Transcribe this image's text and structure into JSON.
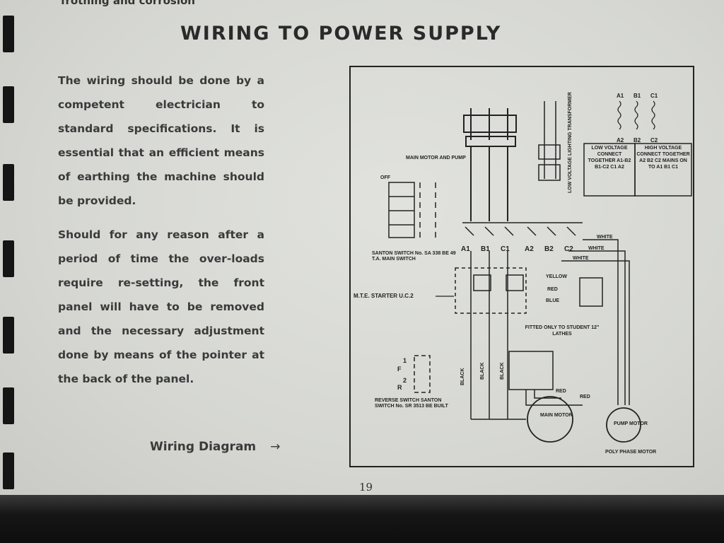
{
  "cutoff_text": "frothing and corrosion",
  "title": "WIRING TO POWER SUPPLY",
  "paragraphs": [
    "The wiring should be done by a competent electrician to standard specifications. It is essential that an efficient means of earthing the machine should be provided.",
    "Should for any reason after a period of time the over-loads require re-setting, the front panel will have to be removed and the necessary adjustment done by means of the pointer at the back of the panel."
  ],
  "caption": {
    "text": "Wiring Diagram",
    "arrow": "→"
  },
  "page_number": "19",
  "diagram": {
    "transformer_label": "LOW VOLTAGE LIGHTING TRANSFORMER",
    "terminals_top": [
      "A1",
      "B1",
      "C1"
    ],
    "terminals_bottom": [
      "A2",
      "B2",
      "C2"
    ],
    "low_voltage_box": "LOW VOLTAGE CONNECT TOGETHER A1-B2 B1-C2 C1 A2",
    "high_voltage_box": "HIGH VOLTAGE CONNECT TOGETHER A2 B2 C2 MAINS ON TO A1 B1 C1",
    "main_motor_pump_label": "MAIN MOTOR AND PUMP",
    "off_label": "OFF",
    "santon_switch_label": "SANTON SWITCH No. SA 338 BE 49 T.A. MAIN SWITCH",
    "line_terminals": [
      "A1",
      "B1",
      "C1",
      "A2",
      "B2",
      "C2"
    ],
    "mte_starter_label": "M.T.E. STARTER U.C.2",
    "wire_colors": [
      "YELLOW",
      "RED",
      "BLUE",
      "WHITE",
      "WHITE",
      "WHITE",
      "BLACK",
      "BLACK",
      "BLACK",
      "RED",
      "RED"
    ],
    "fitted_only_label": "FITTED ONLY TO STUDENT 12\" LATHES",
    "reverse_switch_label": "REVERSE SWITCH SANTON SWITCH No. SR 3513 BE BUILT",
    "main_motor_label": "MAIN MOTOR",
    "pump_motor_label": "PUMP MOTOR",
    "poly_phase_label": "POLY PHASE MOTOR",
    "reverse_marks": [
      "1",
      "2",
      "F",
      "R"
    ]
  }
}
